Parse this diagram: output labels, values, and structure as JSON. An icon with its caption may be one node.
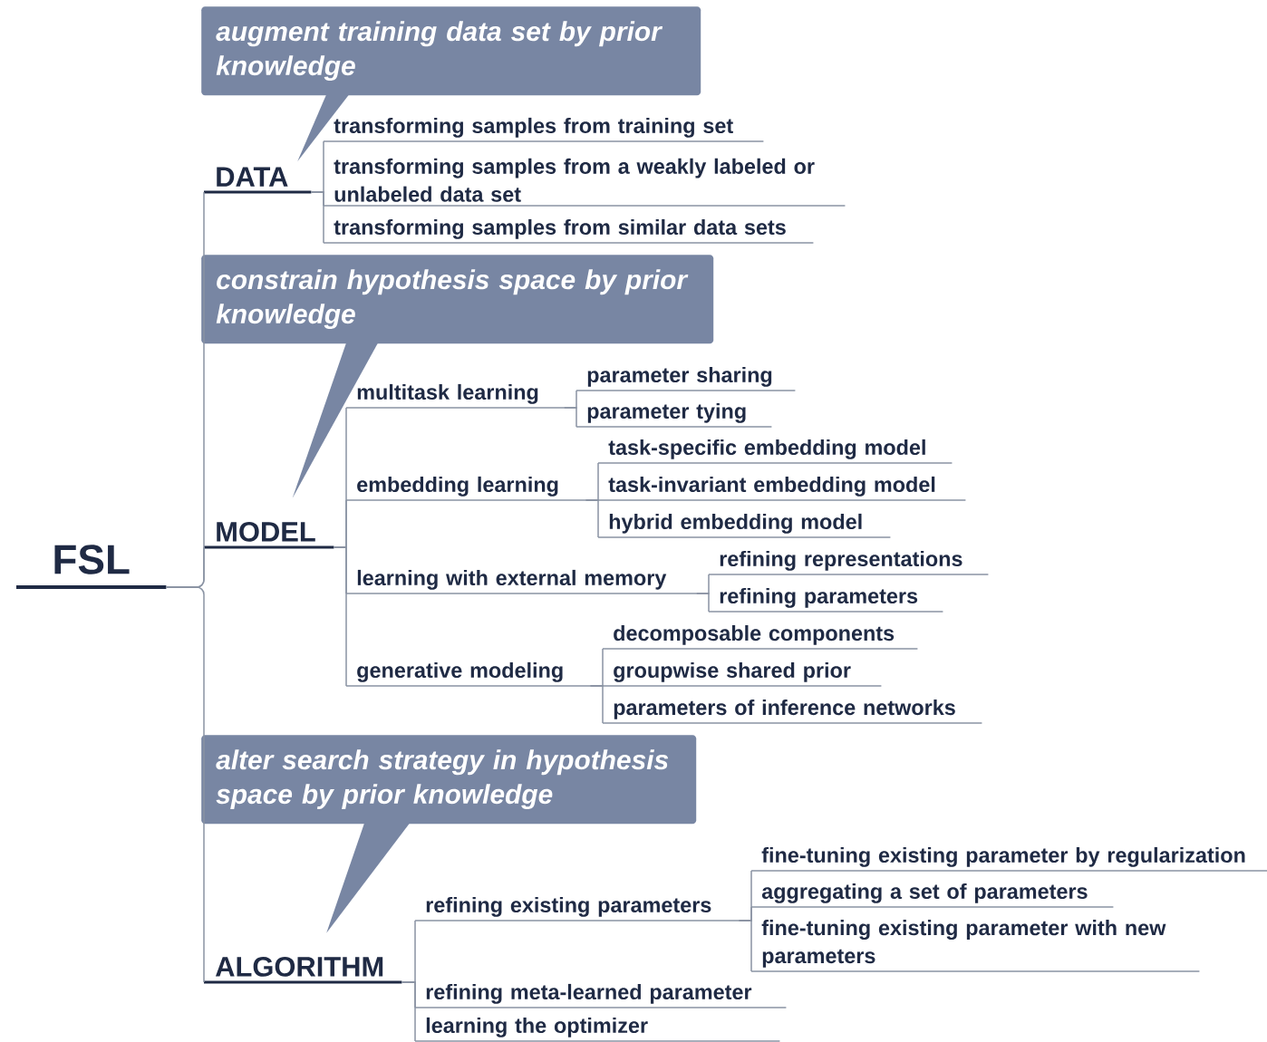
{
  "diagram": {
    "nodes": [
      {
        "text": [
          "FSL"
        ]
      },
      {
        "text": [
          "augment training data set by prior knowledge"
        ]
      },
      {
        "text": [
          "DATA"
        ]
      },
      {
        "text": [
          "transforming samples from training set"
        ]
      },
      {
        "text": [
          "transforming samples from a weakly labeled or unlabeled data set"
        ]
      },
      {
        "text": [
          "transforming samples from similar data sets"
        ]
      },
      {
        "text": [
          "constrain hypothesis space by prior knowledge"
        ]
      },
      {
        "text": [
          "MODEL"
        ]
      },
      {
        "text": [
          "multitask learning"
        ]
      },
      {
        "text": [
          "parameter sharing"
        ]
      },
      {
        "text": [
          "parameter tying"
        ]
      },
      {
        "text": [
          "embedding learning"
        ]
      },
      {
        "text": [
          "task-specific embedding model"
        ]
      },
      {
        "text": [
          "task-invariant embedding model"
        ]
      },
      {
        "text": [
          "hybrid embedding model"
        ]
      },
      {
        "text": [
          "learning with external memory"
        ]
      },
      {
        "text": [
          "refining representations"
        ]
      },
      {
        "text": [
          "refining parameters"
        ]
      },
      {
        "text": [
          "generative modeling"
        ]
      },
      {
        "text": [
          "decomposable components"
        ]
      },
      {
        "text": [
          "groupwise shared prior"
        ]
      },
      {
        "text": [
          "parameters of inference networks"
        ]
      },
      {
        "text": [
          "alter search strategy in hypothesis space by prior knowledge"
        ]
      },
      {
        "text": [
          "ALGORITHM"
        ]
      },
      {
        "text": [
          "refining existing parameters"
        ]
      },
      {
        "text": [
          "fine-tuning existing parameter by regularization"
        ]
      },
      {
        "text": [
          "aggregating a set of parameters"
        ]
      },
      {
        "text": [
          "fine-tuning existing parameter with new parameters"
        ]
      },
      {
        "text": [
          "refining meta-learned parameter"
        ]
      },
      {
        "text": [
          "learning the optimizer"
        ]
      }
    ],
    "edges": [
      {
        "from": 0,
        "to": 2,
        "arrow": "none"
      },
      {
        "from": 0,
        "to": 7,
        "arrow": "none"
      },
      {
        "from": 0,
        "to": 23,
        "arrow": "none"
      },
      {
        "from": 1,
        "to": 2,
        "arrow": "none"
      },
      {
        "from": 2,
        "to": 3,
        "arrow": "none"
      },
      {
        "from": 2,
        "to": 4,
        "arrow": "none"
      },
      {
        "from": 2,
        "to": 5,
        "arrow": "none"
      },
      {
        "from": 6,
        "to": 7,
        "arrow": "none"
      },
      {
        "from": 7,
        "to": 8,
        "arrow": "none"
      },
      {
        "from": 8,
        "to": 9,
        "arrow": "none"
      },
      {
        "from": 8,
        "to": 10,
        "arrow": "none"
      },
      {
        "from": 7,
        "to": 11,
        "arrow": "none"
      },
      {
        "from": 11,
        "to": 12,
        "arrow": "none"
      },
      {
        "from": 11,
        "to": 13,
        "arrow": "none"
      },
      {
        "from": 11,
        "to": 14,
        "arrow": "none"
      },
      {
        "from": 7,
        "to": 15,
        "arrow": "none"
      },
      {
        "from": 15,
        "to": 16,
        "arrow": "none"
      },
      {
        "from": 15,
        "to": 17,
        "arrow": "none"
      },
      {
        "from": 7,
        "to": 18,
        "arrow": "none"
      },
      {
        "from": 18,
        "to": 19,
        "arrow": "none"
      },
      {
        "from": 18,
        "to": 20,
        "arrow": "none"
      },
      {
        "from": 18,
        "to": 21,
        "arrow": "none"
      },
      {
        "from": 22,
        "to": 23,
        "arrow": "none"
      },
      {
        "from": 23,
        "to": 24,
        "arrow": "none"
      },
      {
        "from": 24,
        "to": 25,
        "arrow": "none"
      },
      {
        "from": 24,
        "to": 26,
        "arrow": "none"
      },
      {
        "from": 24,
        "to": 27,
        "arrow": "none"
      },
      {
        "from": 23,
        "to": 28,
        "arrow": "none"
      },
      {
        "from": 23,
        "to": 29,
        "arrow": "none"
      }
    ]
  }
}
